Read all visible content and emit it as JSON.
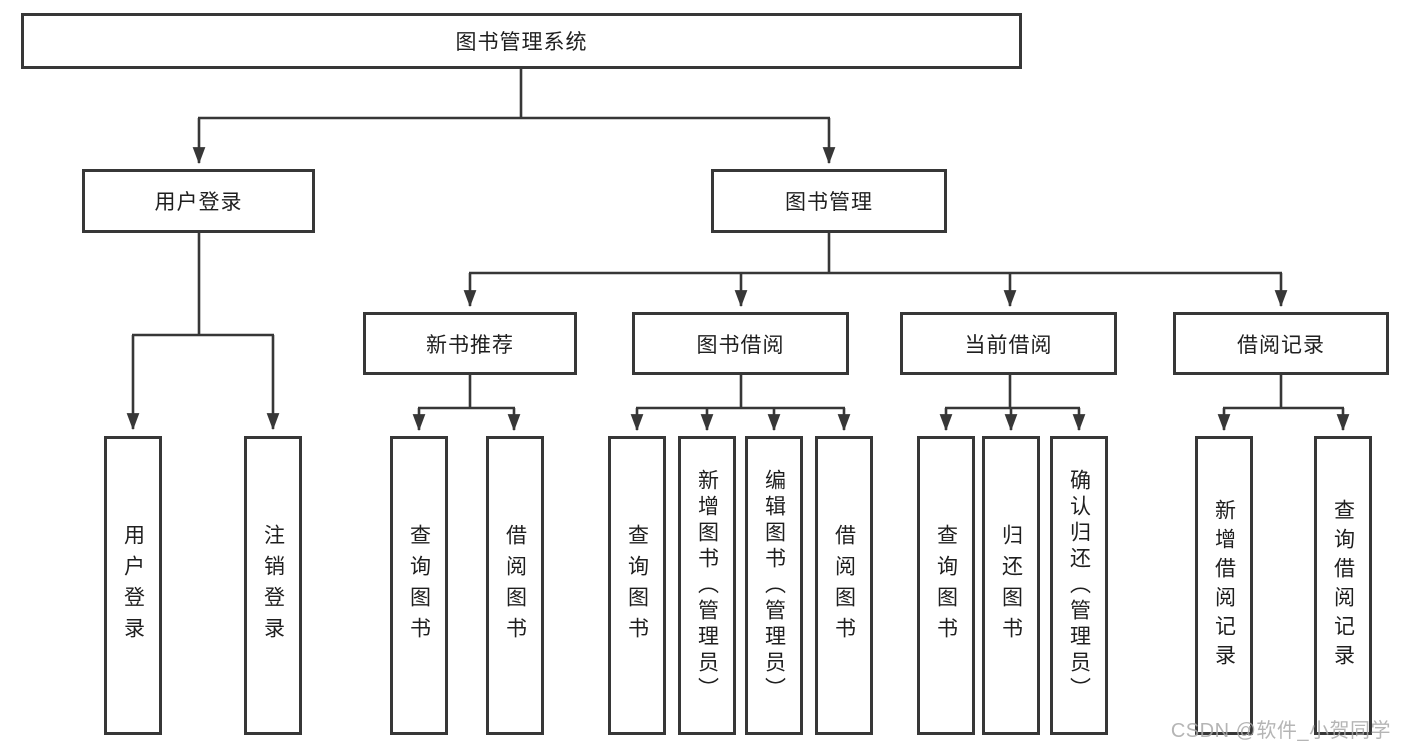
{
  "colors": {
    "line": "#373737",
    "box_border": "#373737",
    "text": "#1f1f1f",
    "watermark": "#a9a9a9",
    "background": "#ffffff"
  },
  "tree": {
    "root": {
      "label": "图书管理系统"
    },
    "branches": [
      {
        "label": "用户登录",
        "leaves": [
          {
            "label": "用户登录"
          },
          {
            "label": "注销登录"
          }
        ]
      },
      {
        "label": "图书管理",
        "sections": [
          {
            "label": "新书推荐",
            "leaves": [
              {
                "label": "查询图书"
              },
              {
                "label": "借阅图书"
              }
            ]
          },
          {
            "label": "图书借阅",
            "leaves": [
              {
                "label": "查询图书"
              },
              {
                "label": "新增图书（管理员）"
              },
              {
                "label": "编辑图书（管理员）"
              },
              {
                "label": "借阅图书"
              }
            ]
          },
          {
            "label": "当前借阅",
            "leaves": [
              {
                "label": "查询图书"
              },
              {
                "label": "归还图书"
              },
              {
                "label": "确认归还（管理员）"
              }
            ]
          },
          {
            "label": "借阅记录",
            "leaves": [
              {
                "label": "新增借阅记录"
              },
              {
                "label": "查询借阅记录"
              }
            ]
          }
        ]
      }
    ]
  },
  "watermark": {
    "text": "CSDN @软件_小贺同学"
  }
}
